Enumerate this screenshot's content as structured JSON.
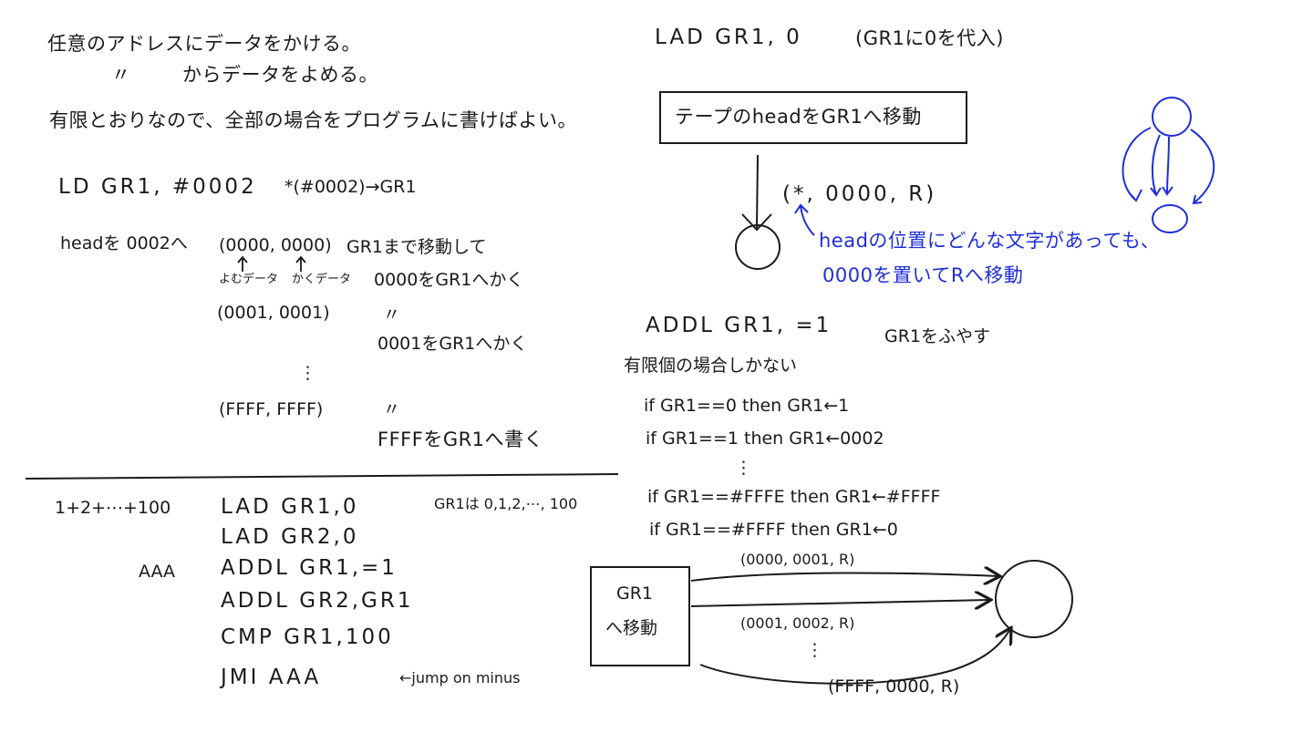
{
  "left": {
    "line1": "任意のアドレスにデータをかける。",
    "ditto1": "〃",
    "line2": "からデータをよめる。",
    "line3": "有限とおりなので、全部の場合をプログラムに書けばよい。",
    "ld_code": "LD GR1, #0002",
    "ld_comment": "*(#0002)→GR1",
    "head_label": "headを 0002へ",
    "tuple1": "(0000, 0000)",
    "tuple1_desc": "GR1まで移動して",
    "read_label": "よむデータ",
    "write_label": "かくデータ",
    "write0000": "0000をGR1へかく",
    "tuple2": "(0001, 0001)",
    "ditto2": "〃",
    "write0001": "0001をGR1へかく",
    "vdots": "⋮",
    "tuple3": "(FFFF, FFFF)",
    "ditto3": "〃",
    "writeFFFF": "FFFFをGR1へ書く"
  },
  "bottom_left": {
    "sum": "1+2+⋯+100",
    "label": "AAA",
    "lines": [
      "LAD GR1,0",
      "LAD GR2,0",
      "ADDL GR1,=1",
      "ADDL GR2,GR1",
      "CMP GR1,100",
      "JMI AAA"
    ],
    "gr1_note": "GR1は 0,1,2,⋯, 100",
    "jmi_note": "←jump on minus"
  },
  "right": {
    "lad_code": "LAD GR1, 0",
    "lad_comment": "(GR1に0を代入)",
    "box_text": "テープのheadをGR1へ移動",
    "tuple": "(*, 0000, R)",
    "note_line1": "headの位置にどんな文字があっても、",
    "note_line2": "0000を置いてRへ移動",
    "addl_code": "ADDL GR1, =1",
    "addl_comment": "GR1をふやす",
    "finite": "有限個の場合しかない",
    "if_lines": [
      "if GR1==0 then GR1←1",
      "if GR1==1 then GR1←0002",
      "if GR1==#FFFE then GR1←#FFFF",
      "if GR1==#FFFF then GR1←0"
    ],
    "vdots": "⋮",
    "box2_line1": "GR1",
    "box2_line2": "へ移動",
    "arrow1": "(0000, 0001, R)",
    "arrow2": "(0001, 0002, R)",
    "vdots2": "⋮",
    "arrow3": "(FFFF, 0000, R)"
  },
  "colors": {
    "ink": "#1a1a1a",
    "blue": "#1f2fd6"
  }
}
